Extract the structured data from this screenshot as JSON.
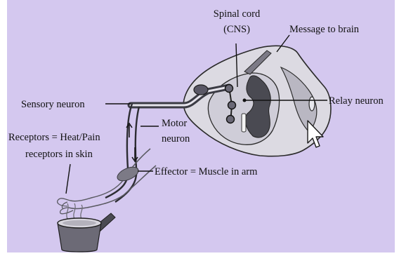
{
  "diagram": {
    "background_color": "#d4c8ef",
    "labels": {
      "spinal_cord_line1": "Spinal cord",
      "spinal_cord_line2": "(CNS)",
      "message_to_brain": "Message to brain",
      "sensory_neuron": "Sensory neuron",
      "relay_neuron": "Relay neuron",
      "motor_neuron_line1": "Motor",
      "motor_neuron_line2": "neuron",
      "receptors_line1": "Receptors = Heat/Pain",
      "receptors_line2": "receptors in skin",
      "effector": "Effector = Muscle in arm"
    },
    "icons": {
      "cursor": "mouse-pointer-icon",
      "saucepan": "hot-saucepan-icon",
      "hand": "hand-arm-icon"
    }
  }
}
